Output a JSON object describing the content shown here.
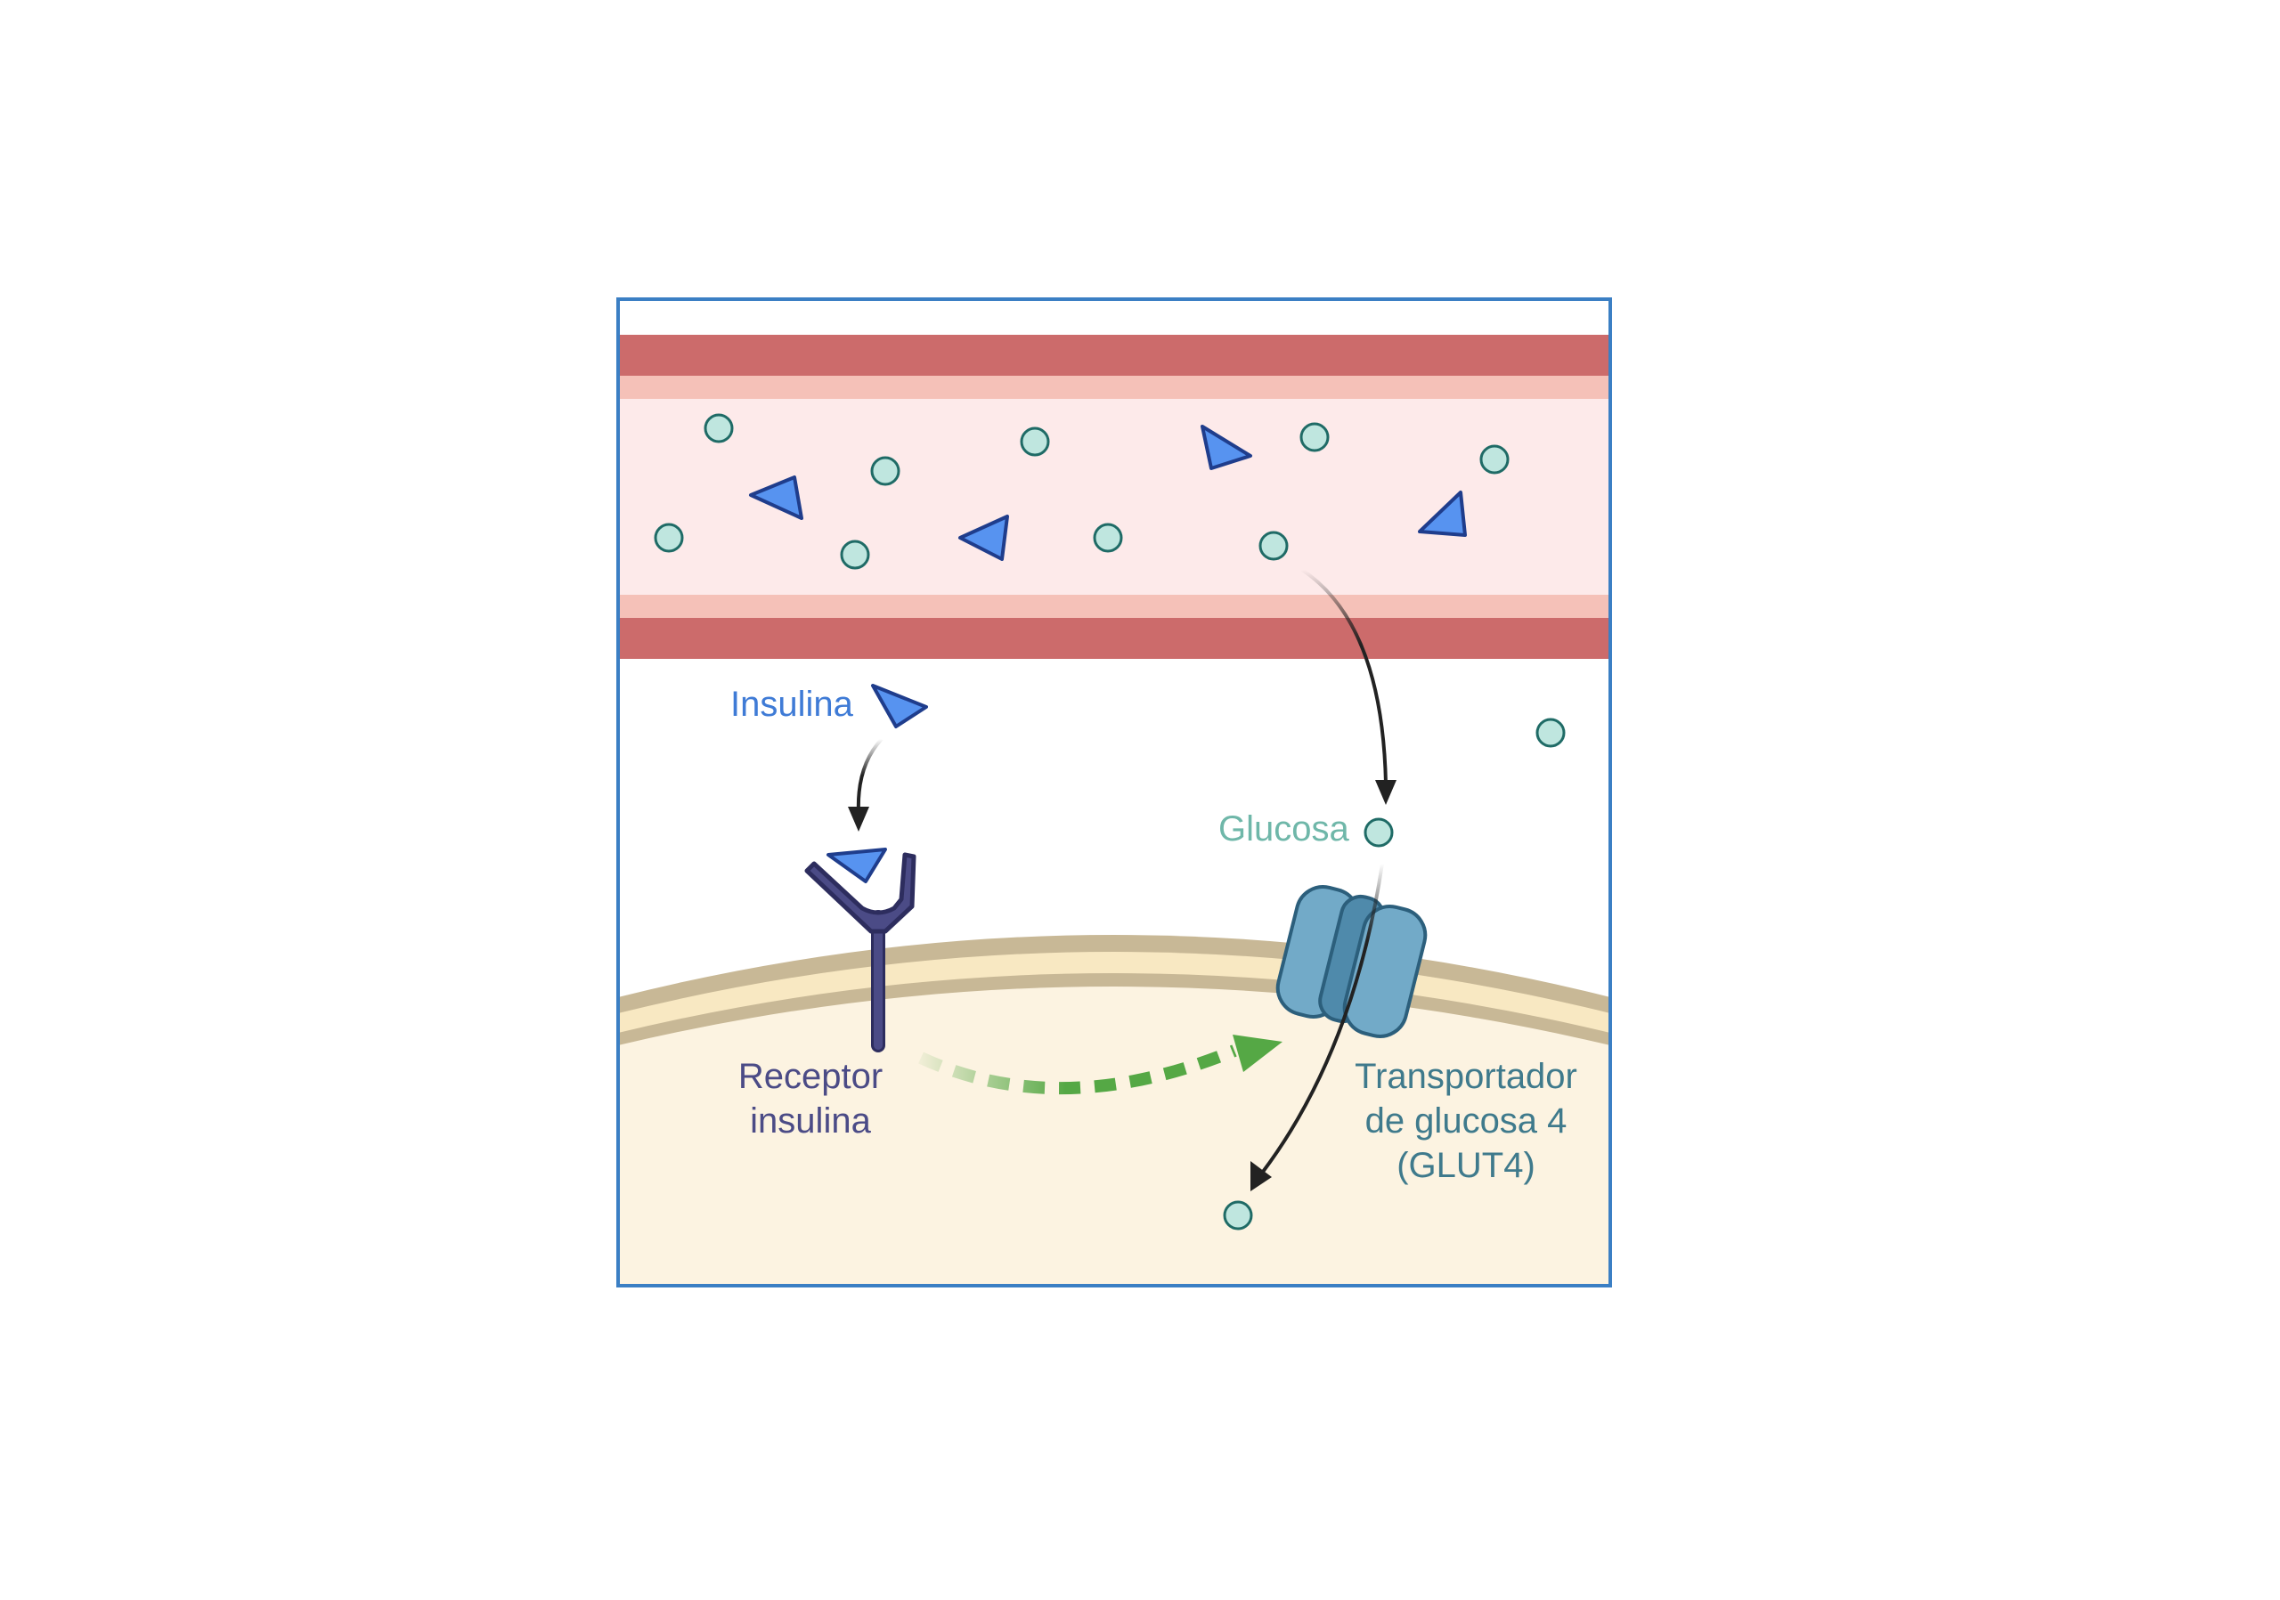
{
  "labels": {
    "insulin": "Insulina",
    "glucose": "Glucosa",
    "receptor_line1": "Receptor",
    "receptor_line2": "insulina",
    "glut4_line1": "Transportador",
    "glut4_line2": "de glucosa 4",
    "glut4_line3": "(GLUT4)"
  },
  "colors": {
    "frame": "#3b7fc4",
    "vessel_wall": "#cc6b6b",
    "vessel_inner_wall": "#f5c1b8",
    "plasma": "#fdeaea",
    "glucose_fill": "#bfe6df",
    "glucose_stroke": "#1f6b66",
    "insulin_fill": "#5793f0",
    "insulin_stroke": "#1f3d8c",
    "insulin_label": "#3f7bd6",
    "glucose_label": "#6fb7a9",
    "receptor": "#4b4b86",
    "glut4_fill": "#72aac8",
    "glut4_dark": "#4f8aab",
    "glut4_label": "#3f7a8c",
    "membrane": "#c8b896",
    "membrane_inner": "#f8e8c2",
    "cytoplasm": "#fcf3e1",
    "signal_arrow": "#55a845",
    "flow_arrow": "#222222"
  }
}
